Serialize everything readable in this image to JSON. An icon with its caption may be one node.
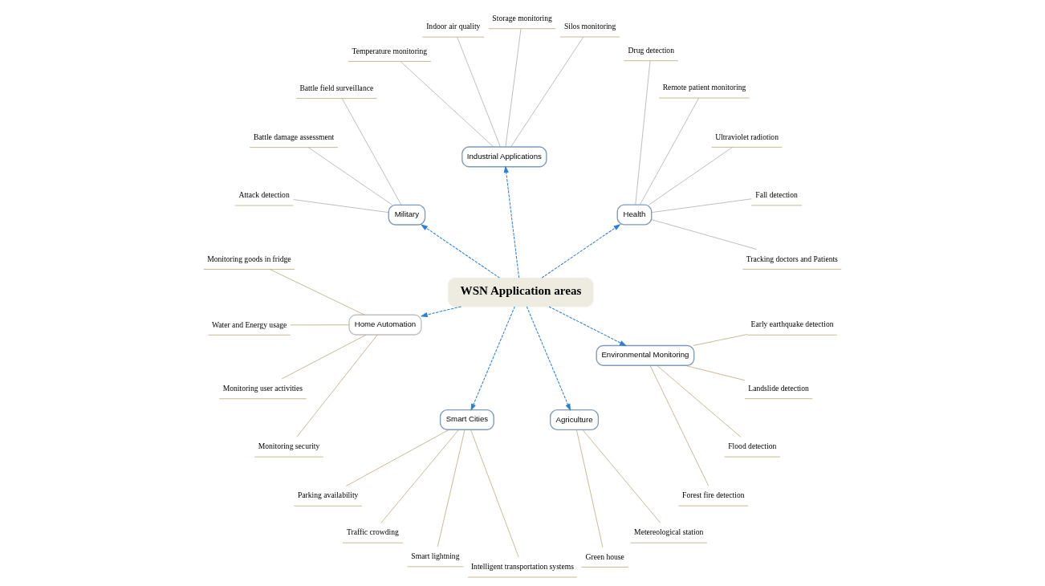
{
  "diagram": {
    "nodes": [
      {
        "text": [
          "WSN Application areas"
        ]
      },
      {
        "text": [
          "Health"
        ]
      },
      {
        "text": [
          "Tracking doctors and Patients"
        ]
      },
      {
        "text": [
          "Fall detection"
        ]
      },
      {
        "text": [
          "Ultraviolet radiotion"
        ]
      },
      {
        "text": [
          "Remote patient monitoring"
        ]
      },
      {
        "text": [
          "Drug detection"
        ]
      },
      {
        "text": [
          "Industrial Applications"
        ]
      },
      {
        "text": [
          "Silos monitoring"
        ]
      },
      {
        "text": [
          "Storage monitoring"
        ]
      },
      {
        "text": [
          "Indoor air quality"
        ]
      },
      {
        "text": [
          "Temperature monitoring"
        ]
      },
      {
        "text": [
          "Military"
        ]
      },
      {
        "text": [
          "Battle field surveillance"
        ]
      },
      {
        "text": [
          "Battle damage assessment"
        ]
      },
      {
        "text": [
          "Attack detection"
        ]
      },
      {
        "text": [
          "Home Automation"
        ]
      },
      {
        "text": [
          "Monitoring goods in fridge"
        ]
      },
      {
        "text": [
          "Water and Energy usage"
        ]
      },
      {
        "text": [
          "Monitoring user activities"
        ]
      },
      {
        "text": [
          "Monitoring security"
        ]
      },
      {
        "text": [
          "Smart Cities"
        ]
      },
      {
        "text": [
          "Parking availability"
        ]
      },
      {
        "text": [
          "Traffic crowding"
        ]
      },
      {
        "text": [
          "Smart lightning"
        ]
      },
      {
        "text": [
          "Intelligent transportation systems"
        ]
      },
      {
        "text": [
          "Agriculture"
        ]
      },
      {
        "text": [
          "Green house"
        ]
      },
      {
        "text": [
          "Metereological station"
        ]
      },
      {
        "text": [
          "Environmental Monitoring"
        ]
      },
      {
        "text": [
          "Forest fire detection"
        ]
      },
      {
        "text": [
          "Flood detection"
        ]
      },
      {
        "text": [
          "Landslide detection"
        ]
      },
      {
        "text": [
          "Early earthquake detection"
        ]
      }
    ],
    "edges": [
      {
        "from": 0,
        "to": 1,
        "arrow": "to",
        "style": "dashed",
        "color": "#2a7fd4"
      },
      {
        "from": 0,
        "to": 7,
        "arrow": "to",
        "style": "dashed",
        "color": "#2a7fd4"
      },
      {
        "from": 0,
        "to": 12,
        "arrow": "to",
        "style": "dashed",
        "color": "#2a7fd4"
      },
      {
        "from": 0,
        "to": 16,
        "arrow": "to",
        "style": "dashed",
        "color": "#2a7fd4"
      },
      {
        "from": 0,
        "to": 21,
        "arrow": "to",
        "style": "dashed",
        "color": "#2a7fd4"
      },
      {
        "from": 0,
        "to": 26,
        "arrow": "to",
        "style": "dashed",
        "color": "#2a7fd4"
      },
      {
        "from": 0,
        "to": 29,
        "arrow": "to",
        "style": "dashed",
        "color": "#2a7fd4"
      },
      {
        "from": 1,
        "to": 2,
        "arrow": "none",
        "color": "#a0a0a0"
      },
      {
        "from": 1,
        "to": 3,
        "arrow": "none",
        "color": "#a0a0a0"
      },
      {
        "from": 1,
        "to": 4,
        "arrow": "none",
        "color": "#a0a0a0"
      },
      {
        "from": 1,
        "to": 5,
        "arrow": "none",
        "color": "#a0a0a0"
      },
      {
        "from": 1,
        "to": 6,
        "arrow": "none",
        "color": "#a0a0a0"
      },
      {
        "from": 7,
        "to": 8,
        "arrow": "none",
        "color": "#a0a0a0"
      },
      {
        "from": 7,
        "to": 9,
        "arrow": "none",
        "color": "#a0a0a0"
      },
      {
        "from": 7,
        "to": 10,
        "arrow": "none",
        "color": "#a0a0a0"
      },
      {
        "from": 7,
        "to": 11,
        "arrow": "none",
        "color": "#a0a0a0"
      },
      {
        "from": 12,
        "to": 13,
        "arrow": "none",
        "color": "#a0a0a0"
      },
      {
        "from": 12,
        "to": 14,
        "arrow": "none",
        "color": "#a0a0a0"
      },
      {
        "from": 12,
        "to": 15,
        "arrow": "none",
        "color": "#a0a0a0"
      },
      {
        "from": 16,
        "to": 17,
        "arrow": "none"
      },
      {
        "from": 16,
        "to": 18,
        "arrow": "none"
      },
      {
        "from": 16,
        "to": 19,
        "arrow": "none"
      },
      {
        "from": 16,
        "to": 20,
        "arrow": "none"
      },
      {
        "from": 21,
        "to": 22,
        "arrow": "none"
      },
      {
        "from": 21,
        "to": 23,
        "arrow": "none"
      },
      {
        "from": 21,
        "to": 24,
        "arrow": "none"
      },
      {
        "from": 21,
        "to": 25,
        "arrow": "none"
      },
      {
        "from": 26,
        "to": 27,
        "arrow": "none"
      },
      {
        "from": 26,
        "to": 28,
        "arrow": "none"
      },
      {
        "from": 29,
        "to": 30,
        "arrow": "none"
      },
      {
        "from": 29,
        "to": 31,
        "arrow": "none"
      },
      {
        "from": 29,
        "to": 32,
        "arrow": "none"
      },
      {
        "from": 29,
        "to": 33,
        "arrow": "none"
      }
    ]
  }
}
